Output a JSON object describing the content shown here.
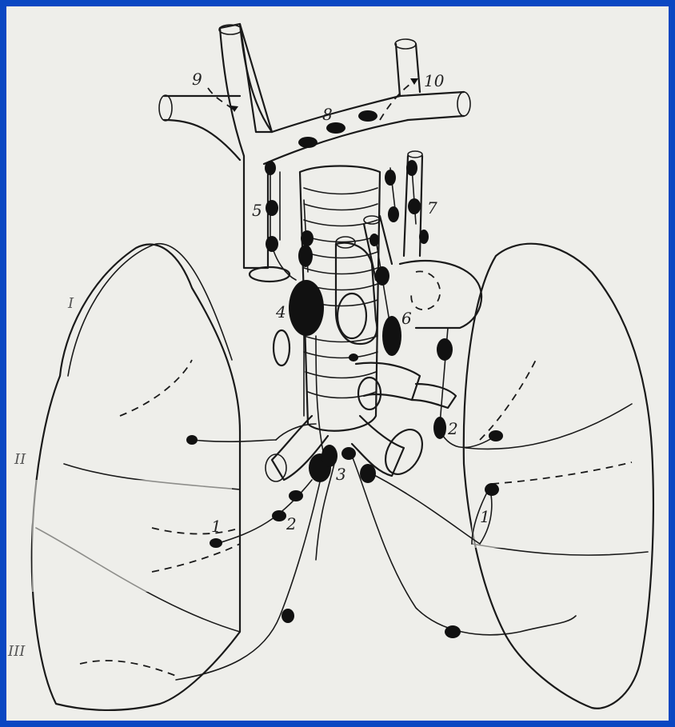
{
  "labels": {
    "n1_left": "1",
    "n2_left": "2",
    "n3": "3",
    "n4": "4",
    "n5": "5",
    "n6": "6",
    "n7": "7",
    "n8": "8",
    "n9": "9",
    "n10": "10",
    "n1_right": "1",
    "n2_right": "2"
  },
  "roman_labels": {
    "upper": "I",
    "middle": "II",
    "lower": "III"
  },
  "colors": {
    "border": "#0a47c2",
    "paper": "#eeeeea",
    "ink": "#1a1a1a"
  }
}
